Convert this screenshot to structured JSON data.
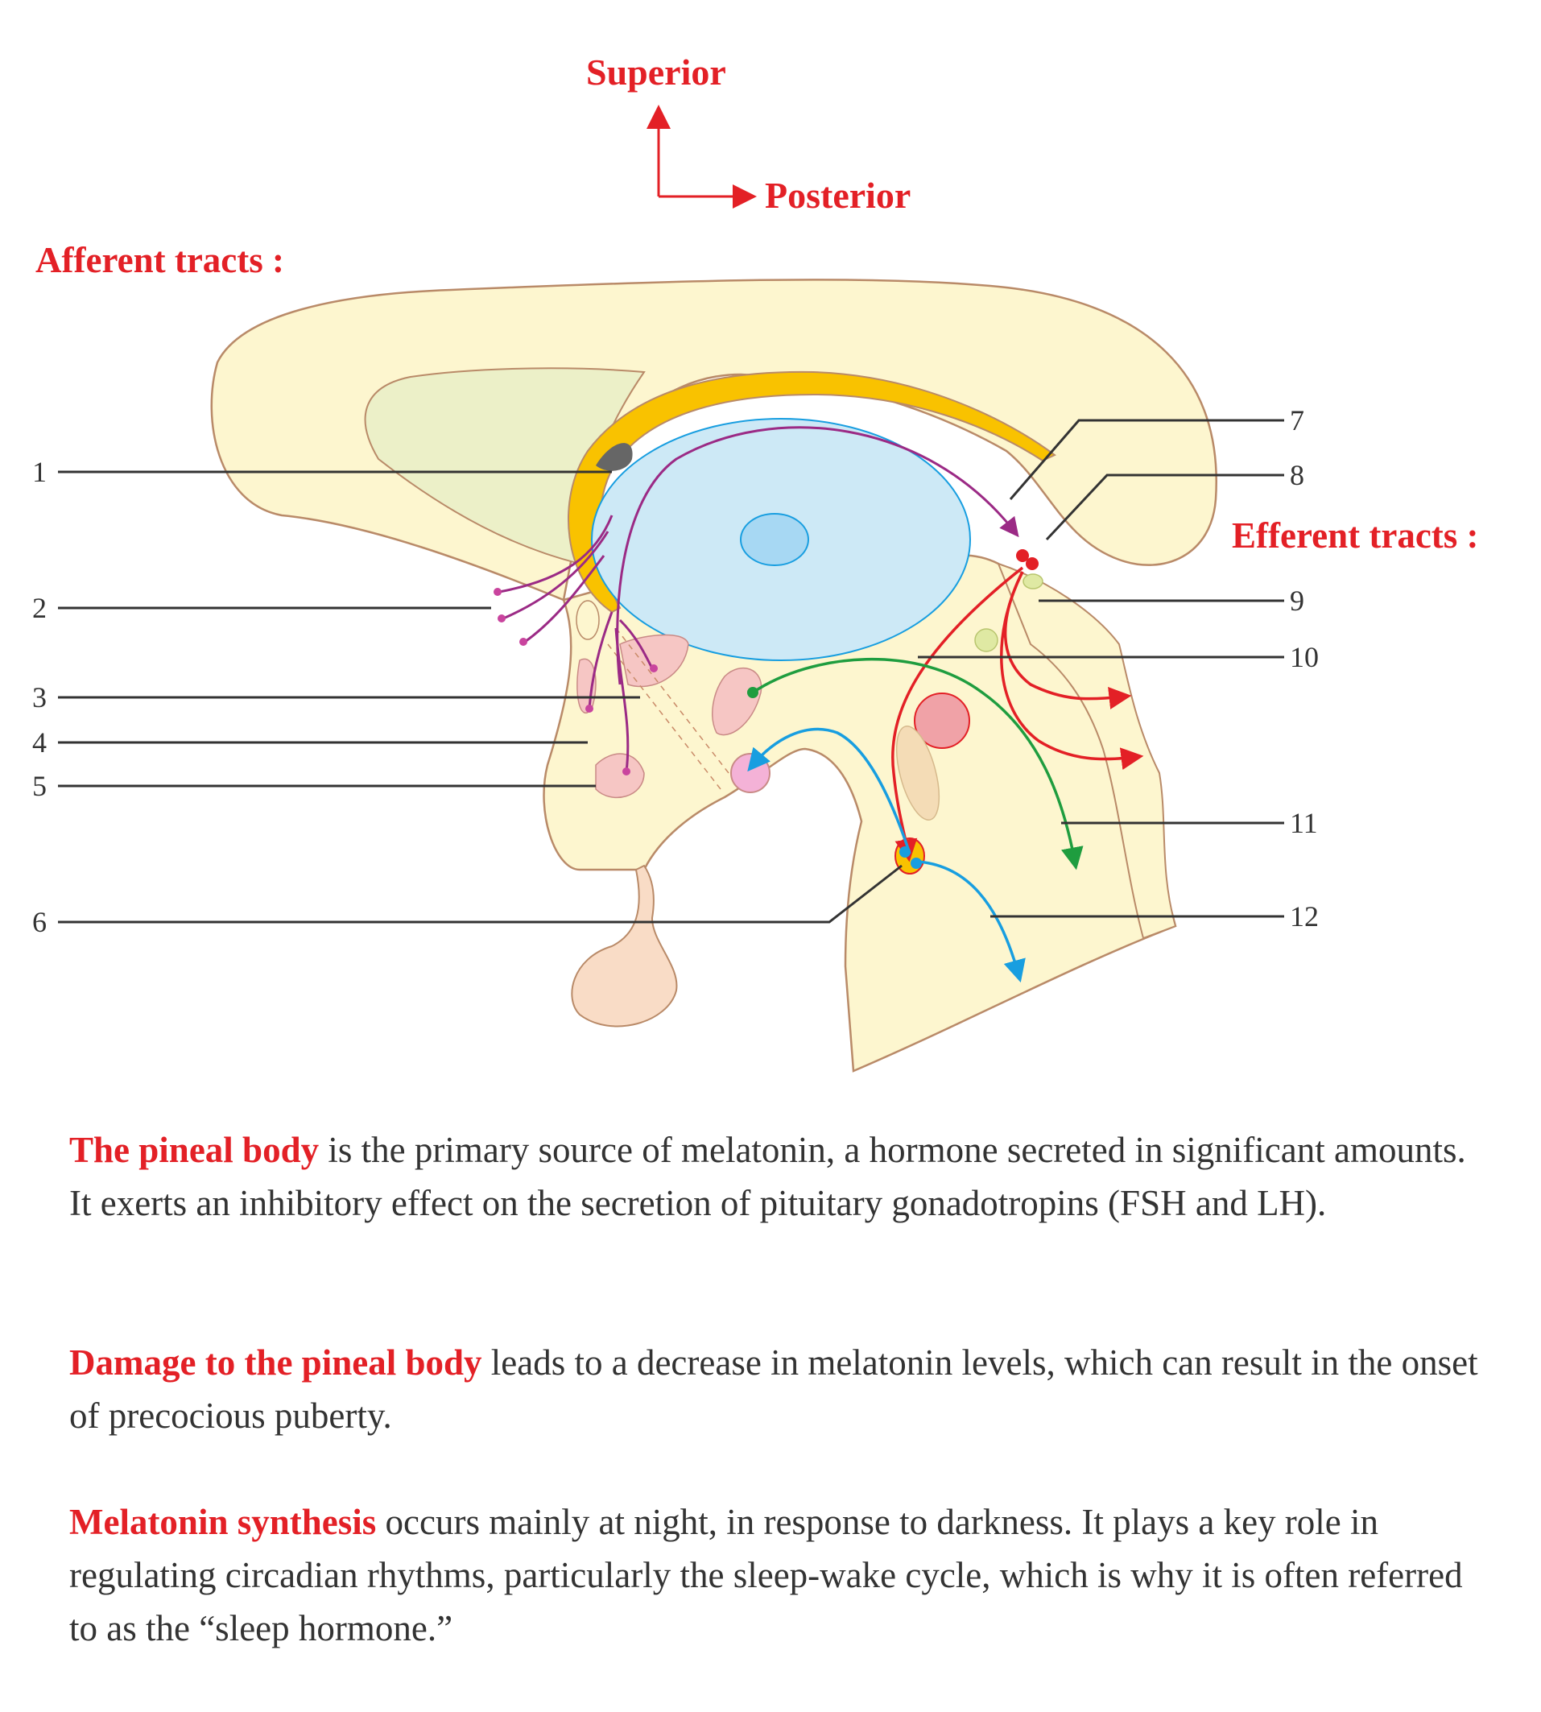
{
  "orientation": {
    "superior": "Superior",
    "posterior": "Posterior"
  },
  "headings": {
    "afferent": "Afferent tracts :",
    "efferent": "Efferent tracts :"
  },
  "labels": [
    "1",
    "2",
    "3",
    "4",
    "5",
    "6",
    "7",
    "8",
    "9",
    "10",
    "11",
    "12"
  ],
  "paragraphs": [
    {
      "highlight": "The pineal body",
      "text": " is the primary source of melatonin, a hormone secreted in significant amounts. It exerts an inhibitory effect on the secretion of pituitary gonadotropins (FSH and LH)."
    },
    {
      "highlight": "Damage to the pineal body",
      "text": " leads to a decrease in melatonin levels, which can result in the onset of precocious puberty."
    },
    {
      "highlight": "Melatonin synthesis",
      "text": " occurs mainly at night, in response to darkness. It plays a key role in regulating circadian rhythms, particularly the sleep-wake cycle, which is why it is often referred to as the “sleep hormone.”"
    }
  ],
  "colors": {
    "accent_text": "#e32026",
    "brain_fill": "#fdf6cf",
    "outline": "#b98a68",
    "corpus_callosum": "#f9c200",
    "thalamus": "#cde9f6",
    "afferent_tract": "#9b2a85",
    "efferent_red": "#e32026",
    "efferent_green": "#1f9d3f",
    "efferent_blue": "#189ee0"
  }
}
